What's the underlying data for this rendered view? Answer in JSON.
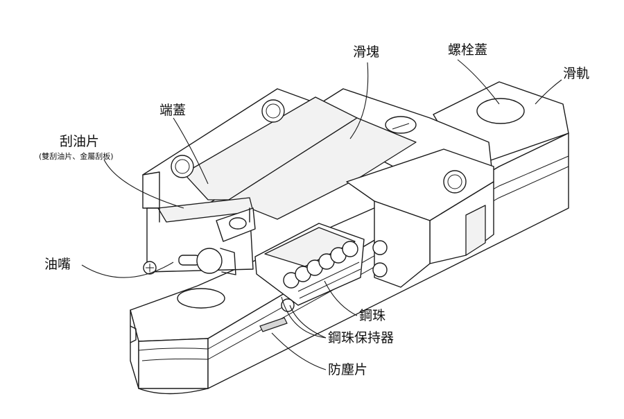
{
  "labels": {
    "slider": "滑塊",
    "bolt_cap": "螺栓蓋",
    "rail": "滑軌",
    "end_cap": "端蓋",
    "wiper": "刮油片",
    "wiper_note": "(雙刮油片、金屬刮板)",
    "grease_nipple": "油嘴",
    "steel_ball": "鋼珠",
    "ball_retainer": "鋼珠保持器",
    "dust_strip": "防塵片"
  }
}
